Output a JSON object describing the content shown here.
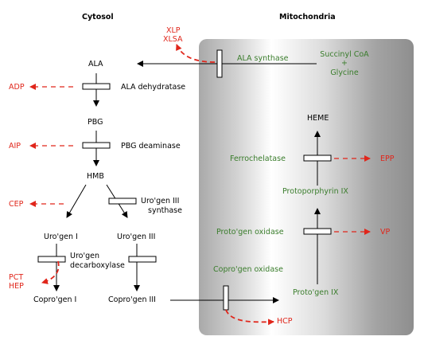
{
  "headers": {
    "cytosol": "Cytosol",
    "mitochondria": "Mitochondria"
  },
  "substrates": {
    "succinyl_coa": "Succinyl CoA",
    "plus": "+",
    "glycine": "Glycine"
  },
  "intermediates": {
    "ala": "ALA",
    "pbg": "PBG",
    "hmb": "HMB",
    "urogen_1": "Uro'gen I",
    "urogen_3": "Uro'gen III",
    "coprogen_1": "Copro'gen I",
    "coprogen_3": "Copro'gen III",
    "protogen_9": "Proto'gen IX",
    "protoporphyrin_9": "Protoporphyrin IX",
    "heme": "HEME"
  },
  "enzymes": {
    "ala_synthase": "ALA synthase",
    "ala_dehydratase": "ALA dehydratase",
    "pbg_deaminase": "PBG deaminase",
    "urogen3_synthase_line1": "Uro'gen III",
    "urogen3_synthase_line2": "synthase",
    "urogen_decarboxylase_line1": "Uro'gen",
    "urogen_decarboxylase_line2": "decarboxylase",
    "coprogen_oxidase": "Copro'gen oxidase",
    "protogen_oxidase": "Proto'gen oxidase",
    "ferrochelatase": "Ferrochelatase"
  },
  "disorders": {
    "xlp": "XLP",
    "xlsa": "XLSA",
    "adp": "ADP",
    "aip": "AIP",
    "cep": "CEP",
    "pct": "PCT",
    "hep": "HEP",
    "hcp": "HCP",
    "vp": "VP",
    "epp": "EPP"
  },
  "colors": {
    "enzyme_green": "#3a7d2c",
    "disorder_red": "#e0261b",
    "arrow_black": "#000000"
  }
}
